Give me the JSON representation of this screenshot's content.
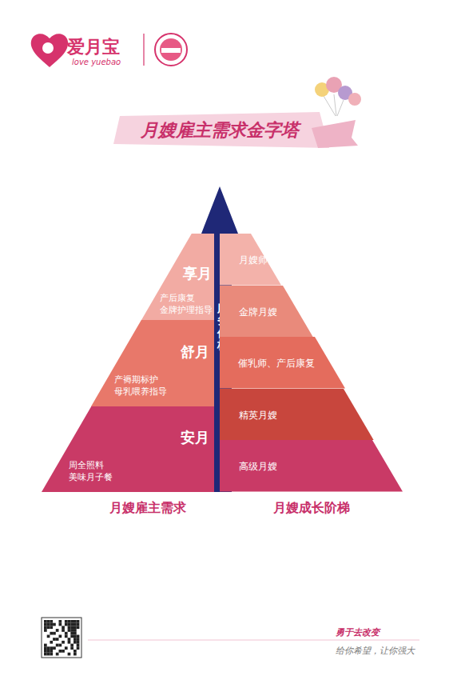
{
  "diagram": {
    "title": "月嫂雇主需求金字塔",
    "nodes": [
      {
        "text": [
          "享月",
          "产后康复 金牌护理指导"
        ]
      },
      {
        "text": [
          "舒月",
          "产褥期标护 母乳喂养指导"
        ]
      },
      {
        "text": [
          "安月",
          "周全照料 美味月子餐"
        ]
      },
      {
        "text": [
          "服务价格"
        ]
      },
      {
        "text": [
          "月嫂师资"
        ]
      },
      {
        "text": [
          "金牌月嫂"
        ]
      },
      {
        "text": [
          "催乳师、产后康复"
        ]
      },
      {
        "text": [
          "精英月嫂"
        ]
      },
      {
        "text": [
          "高级月嫂"
        ]
      }
    ],
    "labels": [
      "爱月宝",
      "love yuebao",
      "月嫂雇主需求",
      "月嫂成长阶梯",
      "勇于去改变",
      "给你希望，让你强大"
    ]
  }
}
